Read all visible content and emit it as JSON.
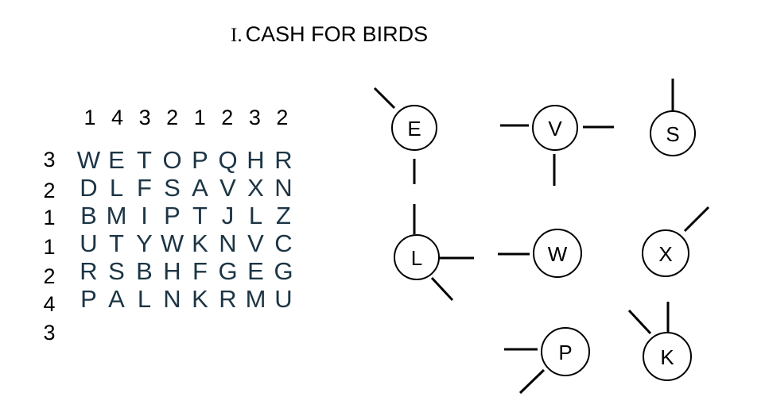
{
  "title": {
    "number": "I.",
    "text": "CASH FOR BIRDS"
  },
  "column_clues": [
    "1",
    "4",
    "3",
    "2",
    "1",
    "2",
    "3",
    "2"
  ],
  "row_clues": [
    "3",
    "2",
    "1",
    "1",
    "2",
    "4",
    "3"
  ],
  "grid": [
    [
      "W",
      "E",
      "T",
      "O",
      "P",
      "Q",
      "H",
      "R"
    ],
    [
      "D",
      "L",
      "F",
      "S",
      "A",
      "V",
      "X",
      "N"
    ],
    [
      "B",
      "M",
      "I",
      "P",
      "T",
      "J",
      "L",
      "Z"
    ],
    [
      "U",
      "T",
      "Y",
      "W",
      "K",
      "N",
      "V",
      "C"
    ],
    [
      "R",
      "S",
      "B",
      "H",
      "F",
      "G",
      "E",
      "G"
    ],
    [
      "P",
      "A",
      "L",
      "N",
      "K",
      "R",
      "M",
      "U"
    ]
  ],
  "nodes": [
    {
      "label": "E"
    },
    {
      "label": "V"
    },
    {
      "label": "S"
    },
    {
      "label": "L"
    },
    {
      "label": "W"
    },
    {
      "label": "X"
    },
    {
      "label": "P"
    },
    {
      "label": "K"
    }
  ]
}
